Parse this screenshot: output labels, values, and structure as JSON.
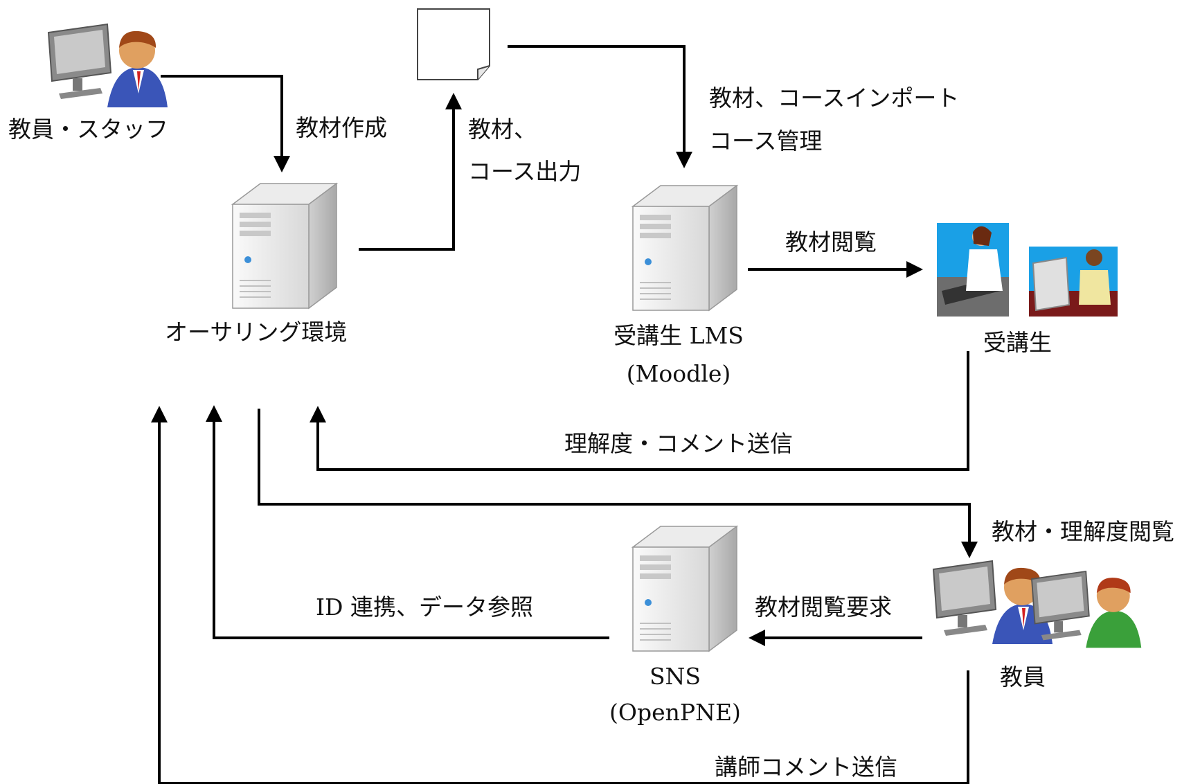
{
  "nodes": {
    "staff": {
      "label": "教員・スタッフ",
      "icon": "teacher-at-computer-icon"
    },
    "authoring": {
      "label": "オーサリング環境",
      "icon": "server-icon"
    },
    "document": {
      "icon": "document-icon"
    },
    "lms": {
      "label": "受講生 LMS",
      "sublabel": "(Moodle)",
      "icon": "server-icon"
    },
    "students": {
      "label": "受講生",
      "icon": "student-photo-icon"
    },
    "sns": {
      "label": "SNS",
      "sublabel": "(OpenPNE)",
      "icon": "server-icon"
    },
    "teachers": {
      "label": "教員",
      "icon": "teacher-at-computer-icon"
    }
  },
  "edges": {
    "create": "教材作成",
    "export_1": "教材、",
    "export_2": "コース出力",
    "import_1": "教材、コースインポート",
    "import_2": "コース管理",
    "view": "教材閲覧",
    "feedback": "理解度・コメント送信",
    "teacher_view": "教材・理解度閲覧",
    "request": "教材閲覧要求",
    "id_link": "ID 連携、データ参照",
    "instructor_comment": "講師コメント送信"
  },
  "colors": {
    "line": "#000000",
    "server_light": "#f4f4f4",
    "server_dark": "#b8b8b8",
    "photo_bg": "#1aa0e6",
    "suit": "#3a55b8",
    "skin": "#e0a060",
    "hair": "#a04818",
    "green_shirt": "#3aa03a"
  }
}
